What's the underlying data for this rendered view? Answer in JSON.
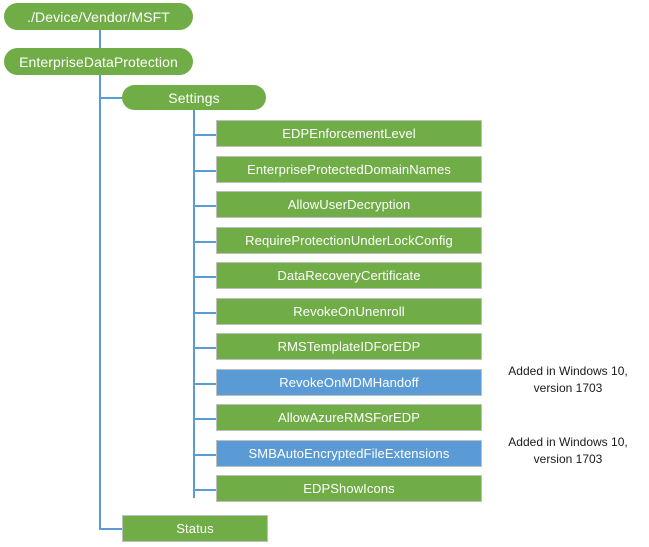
{
  "diagram": {
    "title_node": "./Device/Vendor/MSFT",
    "level2_node": "EnterpriseDataProtection",
    "settings_node": "Settings",
    "status_node": "Status",
    "colors": {
      "green": "#70AD47",
      "blue": "#5B9BD5",
      "line": "#5B9BD5",
      "border": "#BFBFBF",
      "text_on_node": "#FFFFFF",
      "annotation_text": "#1A1A1A",
      "background": "#FFFFFF"
    },
    "settings_children": [
      {
        "label": "EDPEnforcementLevel",
        "color": "green",
        "annotation": ""
      },
      {
        "label": "EnterpriseProtectedDomainNames",
        "color": "green",
        "annotation": ""
      },
      {
        "label": "AllowUserDecryption",
        "color": "green",
        "annotation": ""
      },
      {
        "label": "RequireProtectionUnderLockConfig",
        "color": "green",
        "annotation": ""
      },
      {
        "label": "DataRecoveryCertificate",
        "color": "green",
        "annotation": ""
      },
      {
        "label": "RevokeOnUnenroll",
        "color": "green",
        "annotation": ""
      },
      {
        "label": "RMSTemplateIDForEDP",
        "color": "green",
        "annotation": ""
      },
      {
        "label": "RevokeOnMDMHandoff",
        "color": "blue",
        "annotation": "Added in Windows 10,\nversion 1703"
      },
      {
        "label": "AllowAzureRMSForEDP",
        "color": "green",
        "annotation": ""
      },
      {
        "label": "SMBAutoEncryptedFileExtensions",
        "color": "blue",
        "annotation": "Added in Windows 10,\nversion 1703"
      },
      {
        "label": "EDPShowIcons",
        "color": "green",
        "annotation": ""
      }
    ]
  }
}
